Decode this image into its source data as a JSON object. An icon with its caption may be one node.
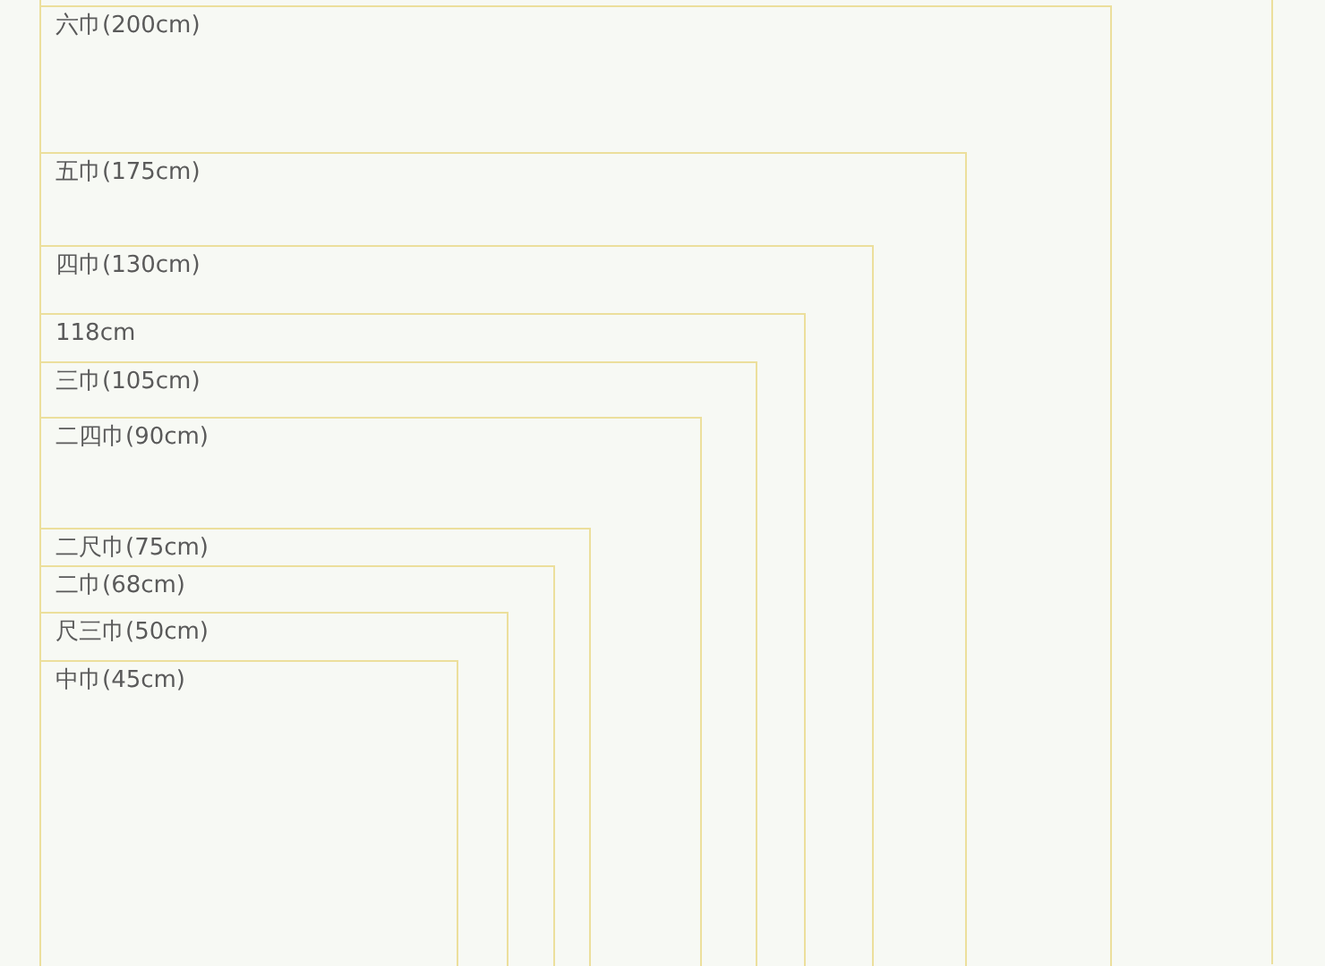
{
  "diagram": {
    "nodes": [
      {
        "text": [],
        "shape": "box"
      },
      {
        "text": [
          "六巾(200cm)"
        ],
        "in": 0
      },
      {
        "text": [
          "五巾(175cm)"
        ],
        "in": 1
      },
      {
        "text": [
          "四巾(130cm)"
        ],
        "in": 2
      },
      {
        "text": [
          "118cm"
        ],
        "in": 3
      },
      {
        "text": [
          "三巾(105cm)"
        ],
        "in": 4
      },
      {
        "text": [
          "二四巾(90cm)"
        ],
        "in": 5
      },
      {
        "text": [
          "二尺巾(75cm)"
        ],
        "in": 6
      },
      {
        "text": [
          "二巾(68cm)"
        ],
        "in": 7
      },
      {
        "text": [
          "尺三巾(50cm)"
        ],
        "in": 8
      },
      {
        "text": [
          "中巾(45cm)"
        ],
        "in": 9
      }
    ]
  }
}
